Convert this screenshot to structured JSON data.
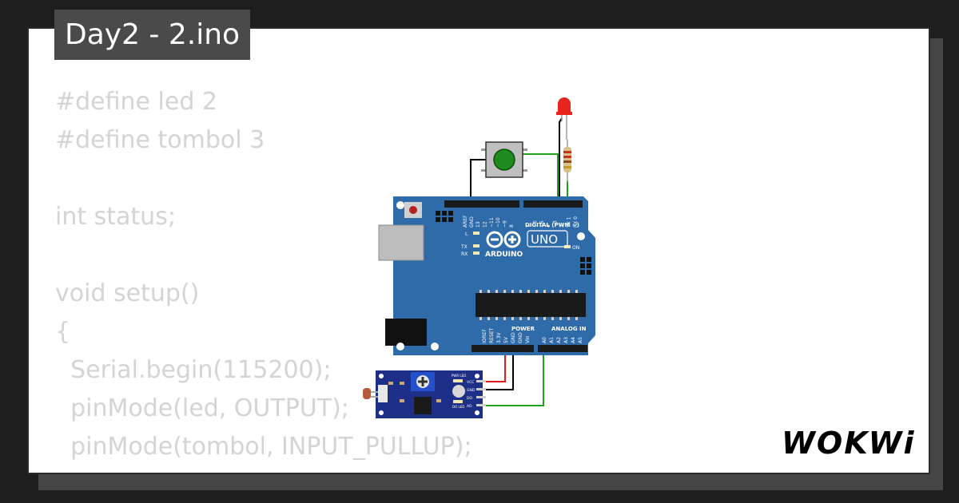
{
  "project": {
    "title": "Day2 - 2.ino"
  },
  "code": {
    "lines": [
      "#define led 2",
      "#define tombol 3",
      "",
      "int status;",
      "",
      "void setup()",
      "{",
      "  Serial.begin(115200);",
      "  pinMode(led, OUTPUT);",
      "  pinMode(tombol, INPUT_PULLUP);",
      "}"
    ]
  },
  "board": {
    "digital_label": "DIGITAL (PWM ~)",
    "aref_gnd": [
      "AREF",
      "GND"
    ],
    "digital_pins": [
      "13",
      "12",
      "~11",
      "~10",
      "~9",
      "8",
      "7",
      "~6",
      "~5",
      "4",
      "~3",
      "2",
      "TX 1",
      "RX 0"
    ],
    "led_labels": {
      "l": "L",
      "tx": "TX",
      "rx": "RX",
      "on": "ON"
    },
    "uno_label": "UNO",
    "arduino_label": "ARDUINO",
    "power_label": "POWER",
    "analog_label": "ANALOG IN",
    "power_pins": [
      "IOREF",
      "RESET",
      "3.3V",
      "5V",
      "GND",
      "GND",
      "Vin"
    ],
    "analog_pins": [
      "A0",
      "A1",
      "A2",
      "A3",
      "A4",
      "A5"
    ],
    "color": "#2f6ba8"
  },
  "sensor": {
    "pin_labels": [
      "VCC",
      "GND",
      "DO",
      "AO"
    ],
    "led_labels": [
      "PWR LED",
      "DO LED"
    ],
    "color": "#1d2f87"
  },
  "parts": {
    "button_color": "#1f8a1f",
    "led_color": "#e8251c"
  },
  "wires": {
    "signal": "#1ea21e",
    "ground": "#000000",
    "power": "#e21a1a"
  },
  "brand": {
    "logo": "WOKWi"
  }
}
